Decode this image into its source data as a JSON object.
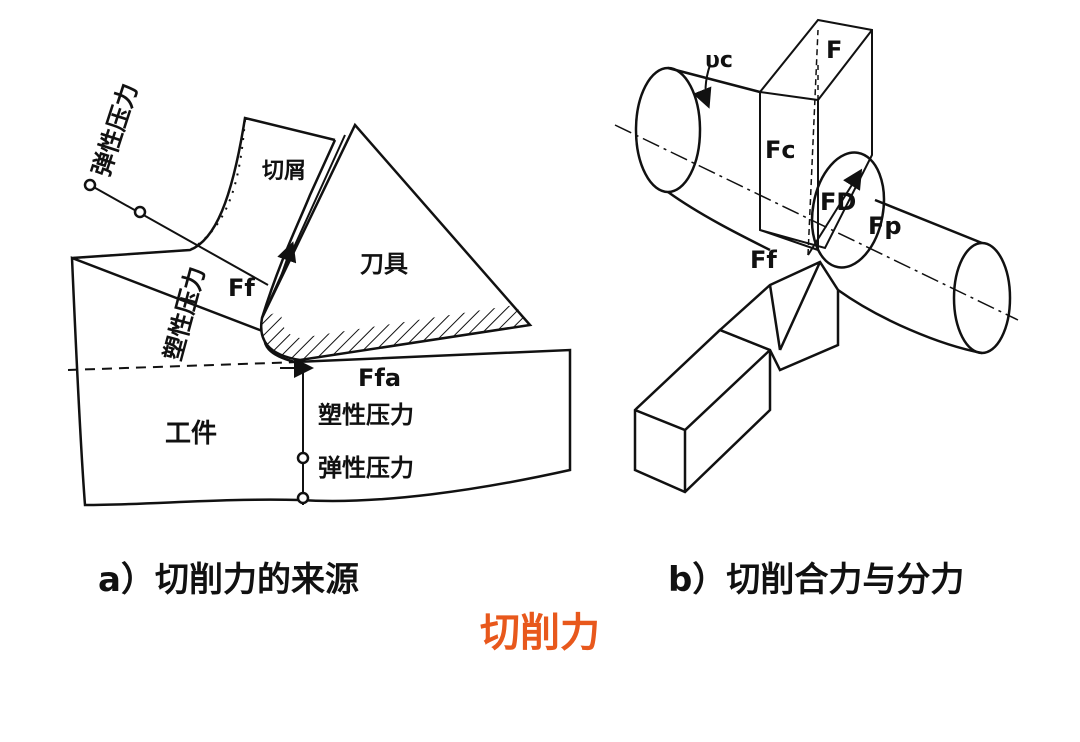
{
  "diagram_a": {
    "caption": "a）切削力的来源",
    "labels": {
      "elastic_top": "弹性压力",
      "chip": "切屑",
      "tool": "刀具",
      "ff": "Ff",
      "plastic_left": "塑性压力",
      "ffa": "Ffa",
      "workpiece": "工件",
      "plastic_bottom": "塑性压力",
      "elastic_bottom": "弹性压力"
    }
  },
  "diagram_b": {
    "caption": "b）切削合力与分力",
    "labels": {
      "vc": "υc",
      "f": "F",
      "fc": "Fc",
      "fd": "FD",
      "fp": "Fp",
      "ff": "Ff"
    }
  },
  "title": {
    "text": "切削力",
    "color": "#e8581c"
  },
  "colors": {
    "line": "#111111"
  }
}
